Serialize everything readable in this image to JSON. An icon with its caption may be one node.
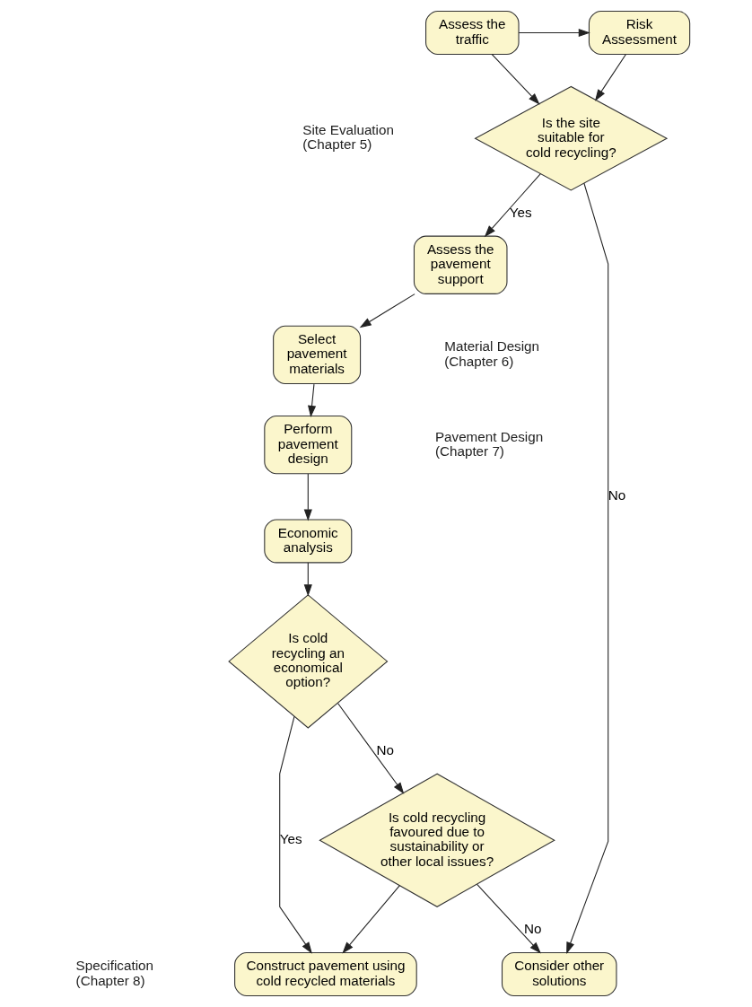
{
  "diagram": {
    "nodes": [
      {
        "text": [
          "Assess the traffic"
        ]
      },
      {
        "text": [
          "Risk Assessment"
        ]
      },
      {
        "text": [
          "Is the site suitable for cold recycling?"
        ]
      },
      {
        "text": [
          "Assess the pavement support"
        ]
      },
      {
        "text": [
          "Select pavement materials"
        ]
      },
      {
        "text": [
          "Perform pavement design"
        ]
      },
      {
        "text": [
          "Economic analysis"
        ]
      },
      {
        "text": [
          "Is cold recycling an economical option?"
        ]
      },
      {
        "text": [
          "Is cold recycling favoured due to sustainability or other local issues?"
        ]
      },
      {
        "text": [
          "Construct pavement using cold recycled materials"
        ]
      },
      {
        "text": [
          "Consider other solutions"
        ]
      }
    ],
    "edges": [
      {
        "from": 0,
        "to": 1,
        "arrow": "to"
      },
      {
        "from": 0,
        "to": 2,
        "arrow": "to"
      },
      {
        "from": 1,
        "to": 2,
        "arrow": "to"
      },
      {
        "from": 2,
        "to": 10,
        "label": "No",
        "arrow": "to"
      },
      {
        "from": 2,
        "to": 3,
        "label": "Yes",
        "arrow": "to"
      },
      {
        "from": 3,
        "to": 4,
        "arrow": "to"
      },
      {
        "from": 4,
        "to": 5,
        "arrow": "to"
      },
      {
        "from": 5,
        "to": 6,
        "arrow": "to"
      },
      {
        "from": 6,
        "to": 7,
        "arrow": "to"
      },
      {
        "from": 7,
        "to": 8,
        "label": "No",
        "arrow": "to"
      },
      {
        "from": 8,
        "to": 10,
        "label": "No",
        "arrow": "to"
      },
      {
        "from": 7,
        "to": 9,
        "label": "Yes",
        "arrow": "to"
      },
      {
        "from": 8,
        "to": 9,
        "arrow": "to"
      }
    ],
    "labels": [
      "Site Evaluation (Chapter 5)",
      "Material Design (Chapter 6)",
      "Pavement Design (Chapter 7)",
      "Specification (Chapter 8)"
    ]
  }
}
